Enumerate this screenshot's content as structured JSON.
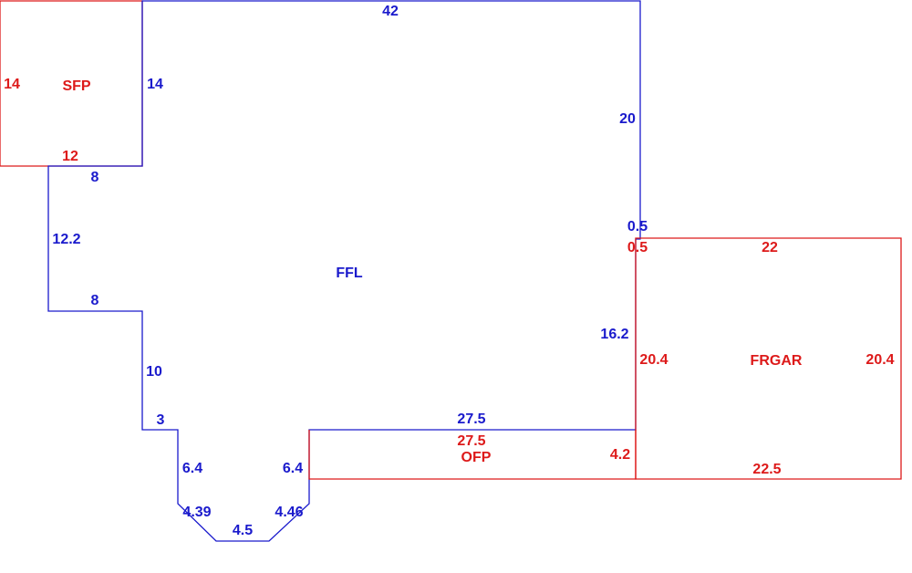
{
  "colors": {
    "ffl": "#1a1acc",
    "annex": "#dd1a1a",
    "background": "#ffffff"
  },
  "areas": {
    "sfp": "SFP",
    "ffl": "FFL",
    "ofp": "OFP",
    "frgar": "FRGAR"
  },
  "dims": {
    "ffl_top": "42",
    "ffl_right_upper": "20",
    "ffl_jog": "0.5",
    "ffl_right_lower": "16.2",
    "ffl_bottom_right": "27.5",
    "ffl_bay_right": "6.4",
    "ffl_bay_right_diag": "4.46",
    "ffl_bay_bottom": "4.5",
    "ffl_bay_left_diag": "4.39",
    "ffl_bay_left": "6.4",
    "ffl_step": "3",
    "ffl_left_lower": "10",
    "ffl_left_mid_horiz": "8",
    "ffl_left_mid": "12.2",
    "ffl_left_upper_horiz": "8",
    "ffl_left_top": "14",
    "sfp_left": "14",
    "sfp_bottom": "12",
    "ofp_top": "27.5",
    "ofp_right": "4.2",
    "frgar_jog": "0.5",
    "frgar_top": "22",
    "frgar_left": "20.4",
    "frgar_right": "20.4",
    "frgar_bottom": "22.5"
  }
}
